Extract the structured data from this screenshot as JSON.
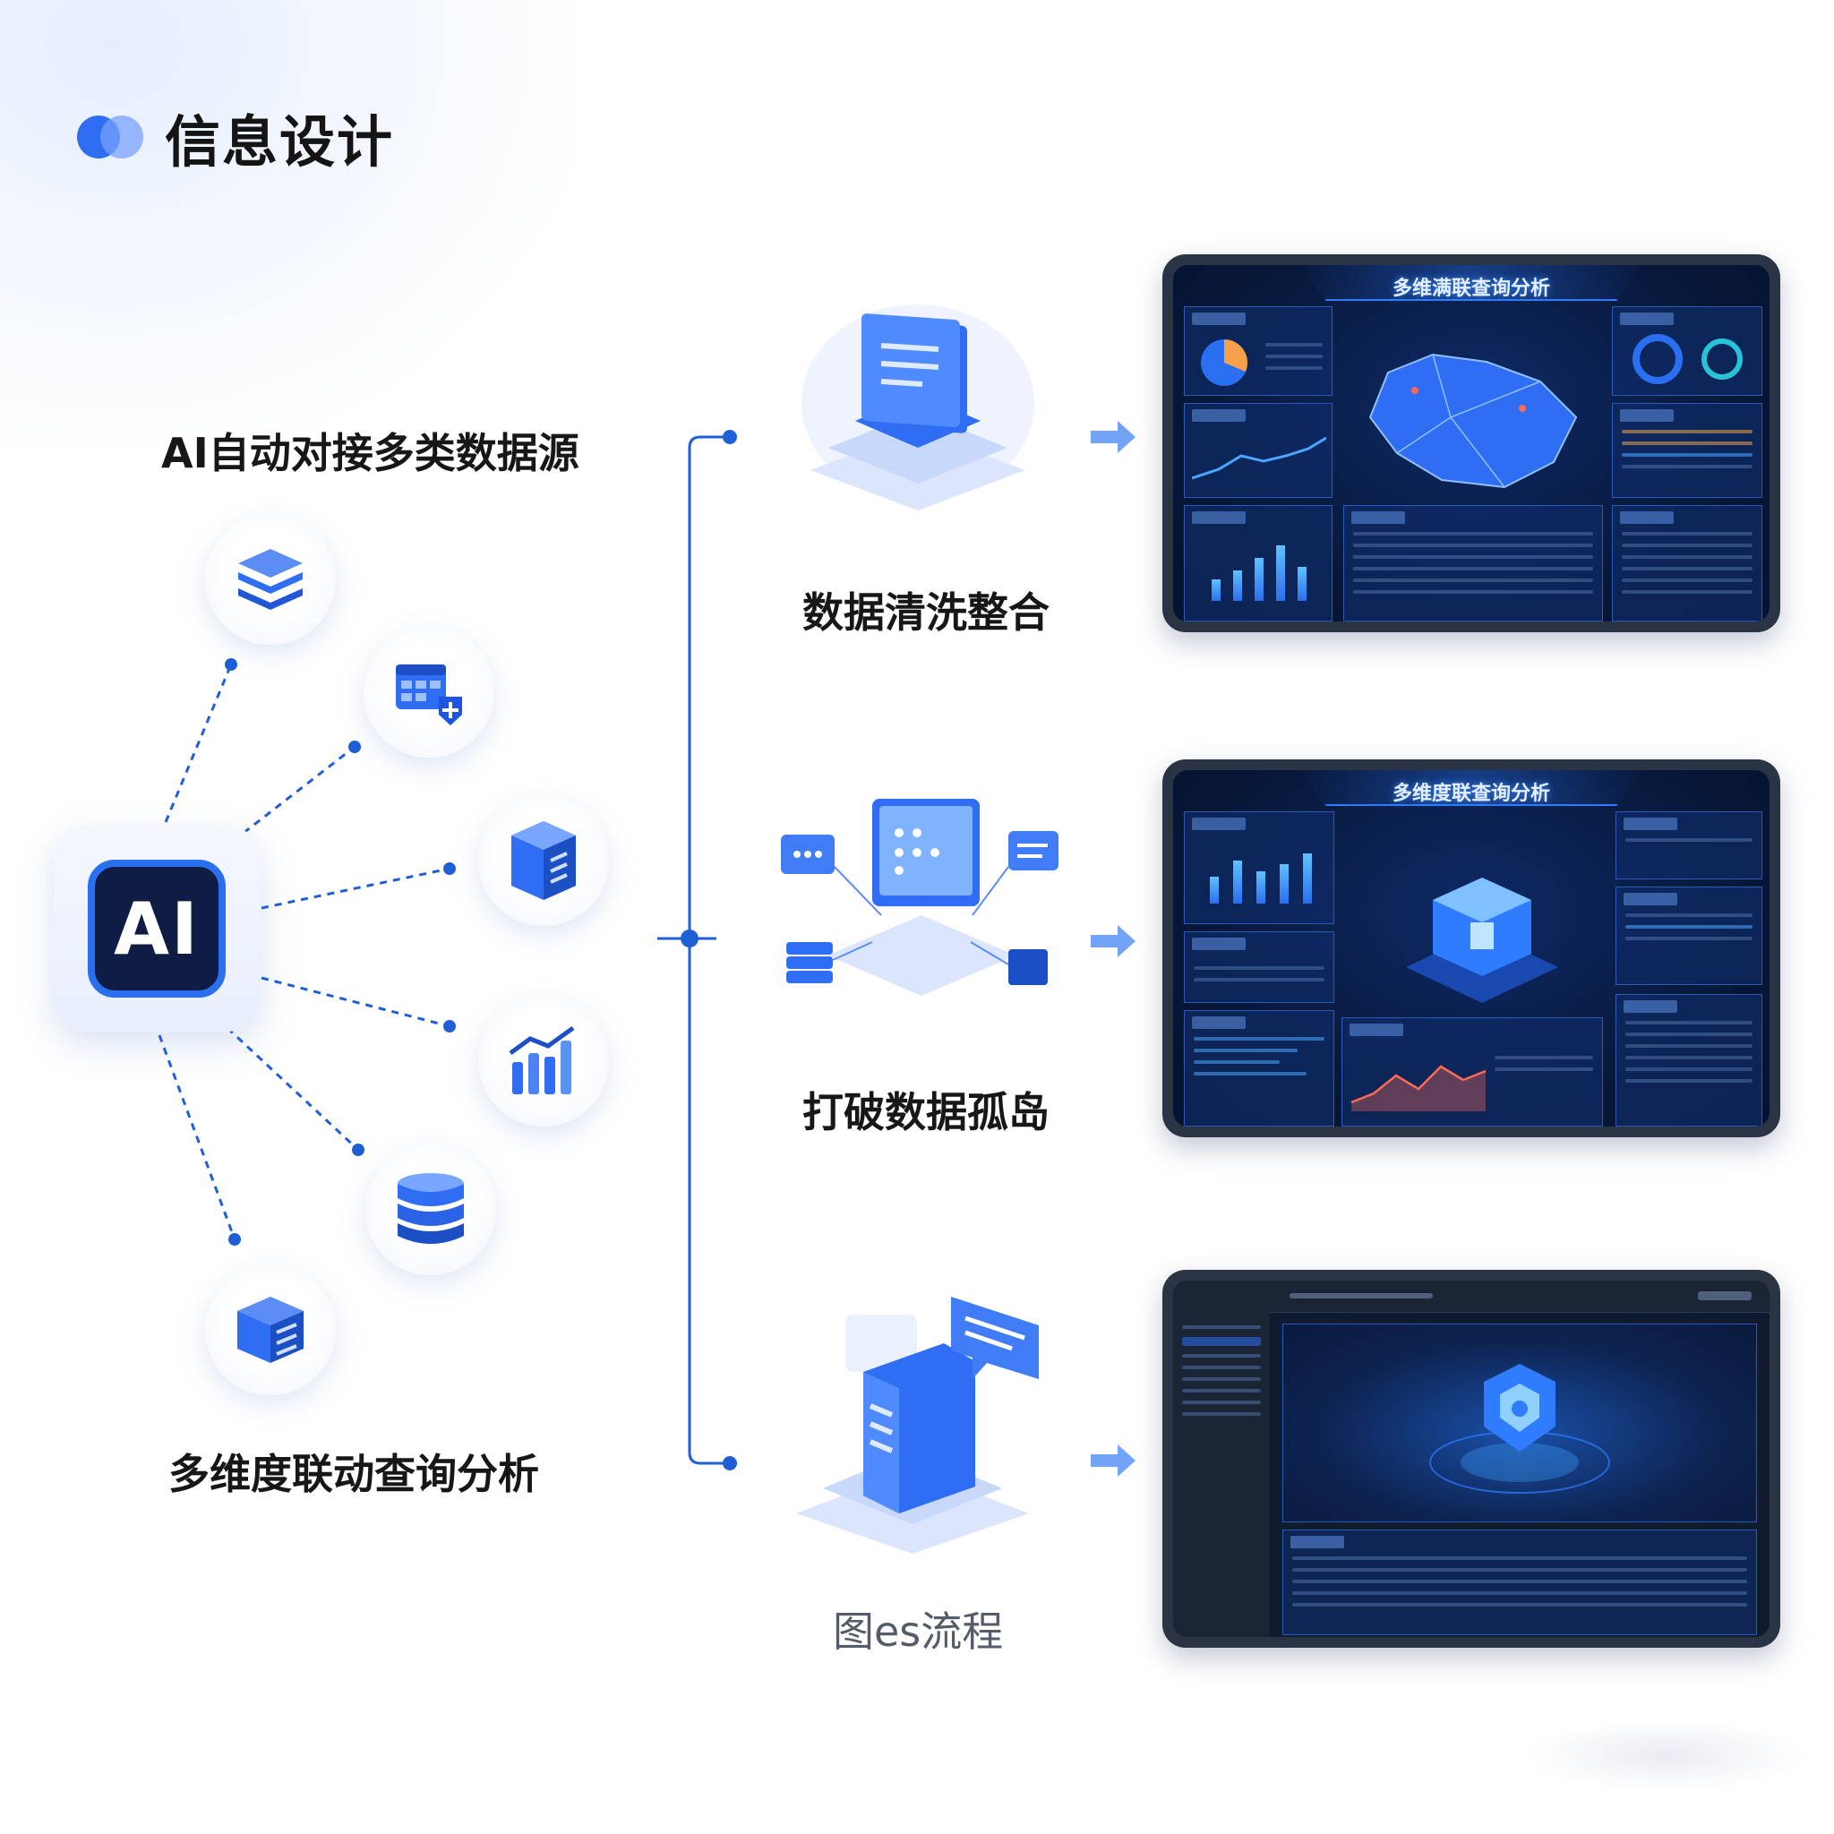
{
  "title": "信息设计",
  "left_heading": "AI自动对接多类数据源",
  "left_footer": "多维度联动查询分析",
  "ai_badge": "AI",
  "source_icons": [
    "database-stack-icon",
    "calendar-table-add-icon",
    "server-cube-icon",
    "bar-chart-trend-icon",
    "database-cylinder-icon",
    "server-rack-icon"
  ],
  "steps": [
    {
      "label": "数据清洗整合",
      "illustration": "document-platform-icon"
    },
    {
      "label": "打破数据孤岛",
      "illustration": "monitor-network-icon"
    },
    {
      "label": "图es流程",
      "illustration": "server-chat-icon"
    }
  ],
  "dashboards": [
    {
      "title": "多维满联查询分析"
    },
    {
      "title": "多维度联查询分析"
    },
    {
      "title": ""
    }
  ],
  "colors": {
    "accent": "#2f6df3",
    "line": "#1f5fd6",
    "dashboard_bg": "#071636"
  }
}
